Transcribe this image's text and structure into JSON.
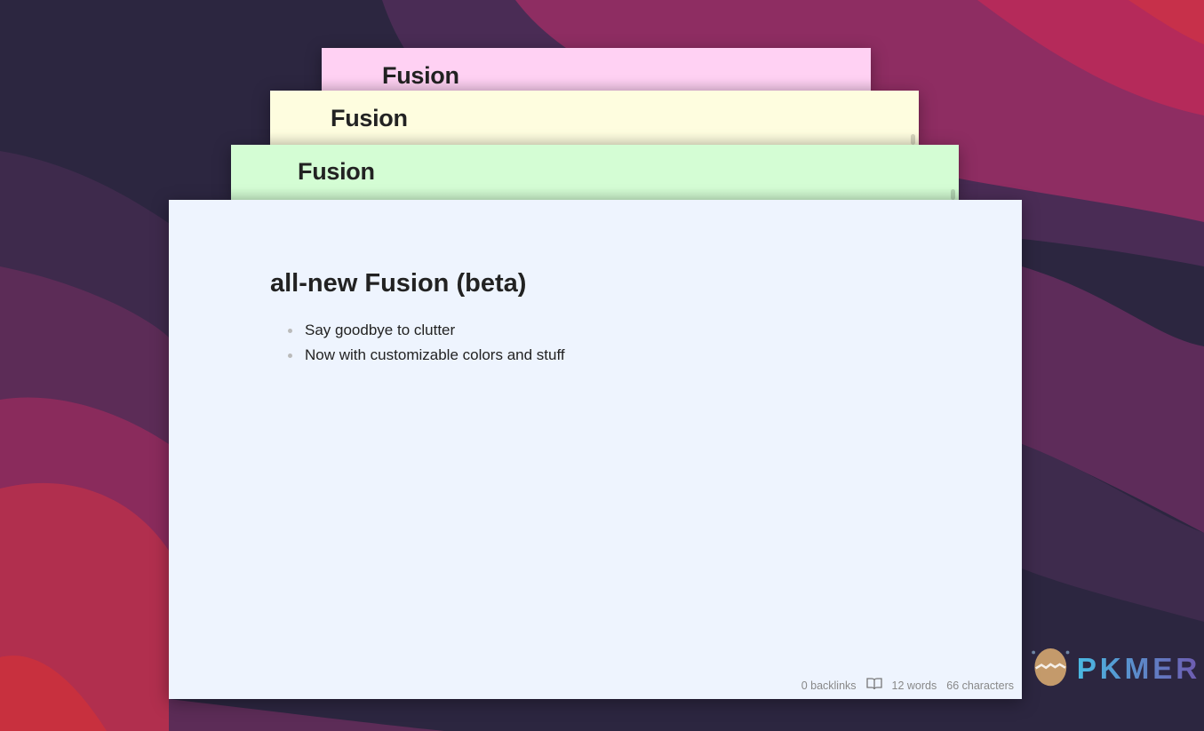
{
  "colors": {
    "pink": "#ffd1f3",
    "yellow": "#fefddf",
    "green": "#d4fdd4",
    "main": "#eef4fe",
    "background": "#2c2640"
  },
  "stacked_cards": [
    {
      "title": "Fusion"
    },
    {
      "title": "Fusion"
    },
    {
      "title": "Fusion"
    }
  ],
  "note": {
    "title": "all-new Fusion (beta)",
    "bullets": [
      "Say goodbye to clutter",
      "Now with customizable colors and stuff"
    ]
  },
  "footer": {
    "backlinks": "0 backlinks",
    "icon": "book-open-icon",
    "words": "12 words",
    "characters": "66 characters"
  },
  "watermark": {
    "text": "PKMER"
  }
}
